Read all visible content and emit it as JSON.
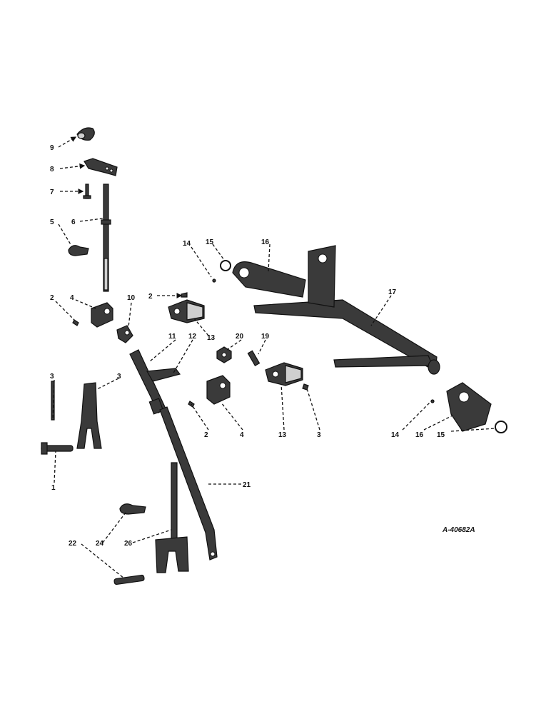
{
  "figure_ref": "A-40682A",
  "callouts": [
    "9",
    "8",
    "7",
    "6",
    "5",
    "14",
    "15",
    "16",
    "17",
    "2",
    "4",
    "10",
    "2",
    "13",
    "11",
    "12",
    "20",
    "19",
    "3",
    "3",
    "2",
    "4",
    "13",
    "3",
    "14",
    "16",
    "15",
    "1",
    "21",
    "22",
    "24",
    "26"
  ]
}
